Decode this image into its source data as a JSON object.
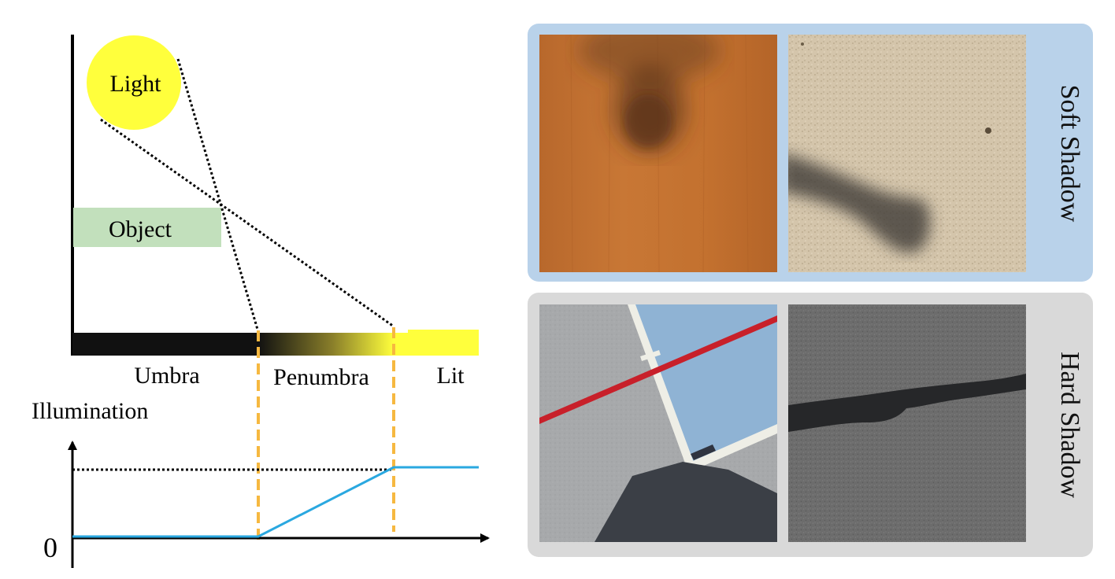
{
  "diagram": {
    "light_label": "Light",
    "object_label": "Object",
    "umbra_label": "Umbra",
    "penumbra_label": "Penumbra",
    "lit_label": "Lit",
    "y_axis_label": "Illumination",
    "zero_label": "0",
    "colors": {
      "light": "#ffff3c",
      "object": "#c2e0bc",
      "umbra": "#111111",
      "lit": "#ffff3c",
      "illumination_curve": "#2aa8e0",
      "boundary_dashes": "#f6b840"
    }
  },
  "panels": {
    "soft_label": "Soft Shadow",
    "hard_label": "Hard Shadow",
    "colors": {
      "soft_bg": "#b9d2ea",
      "hard_bg": "#d9d9d9"
    }
  }
}
